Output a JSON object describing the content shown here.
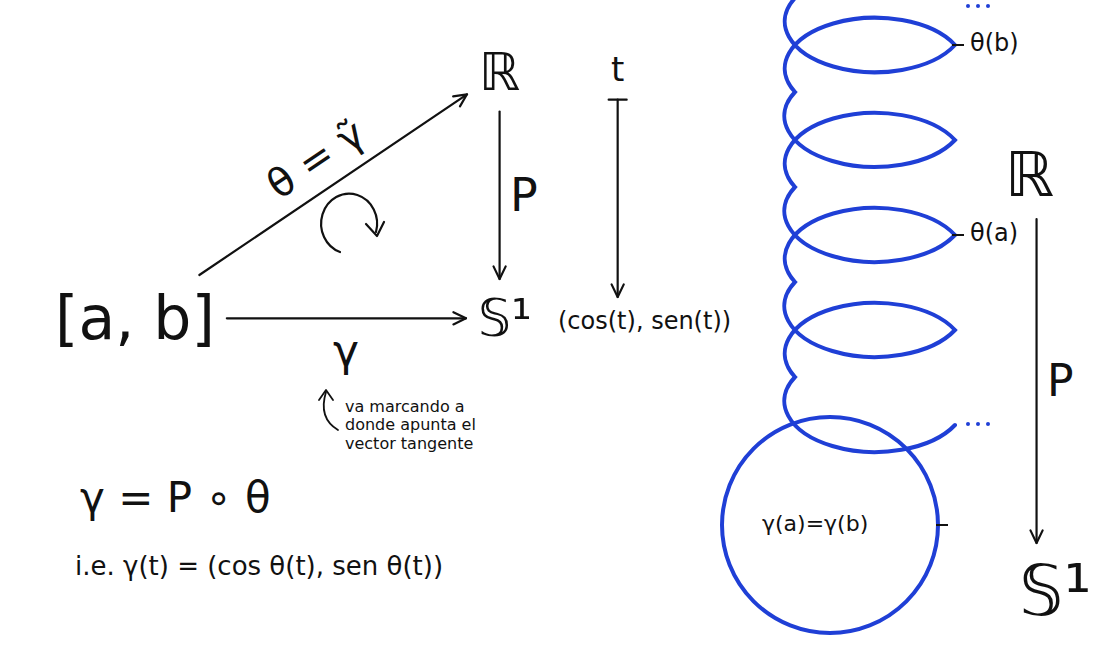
{
  "diagram": {
    "nodes": [
      {
        "text": [
          "[a, b]"
        ]
      },
      {
        "text": [
          "ℝ"
        ]
      },
      {
        "text": [
          "𝕊¹"
        ]
      },
      {
        "text": [
          "t"
        ]
      },
      {
        "text": [
          "(cos(t), sen(t))"
        ]
      },
      {
        "text": [
          "ℝ"
        ]
      },
      {
        "text": [
          "𝕊¹"
        ]
      }
    ],
    "edges": [
      {
        "from": 0,
        "to": 1,
        "label": "θ = γ̃",
        "arrow": "to"
      },
      {
        "from": 1,
        "to": 2,
        "label": "P",
        "arrow": "to"
      },
      {
        "from": 0,
        "to": 2,
        "label": "γ",
        "arrow": "to"
      },
      {
        "from": 3,
        "to": 4,
        "arrow": "to"
      },
      {
        "from": 5,
        "to": 6,
        "label": "P",
        "arrow": "to"
      }
    ],
    "labels": [
      "va marcando a donde apunta el vector tangente",
      "γ = P ∘ θ",
      "i.e. γ(t) = (cos θ(t), sen θ(t))",
      "θ(b)",
      "θ(a)",
      "γ(a)=γ(b)"
    ]
  }
}
